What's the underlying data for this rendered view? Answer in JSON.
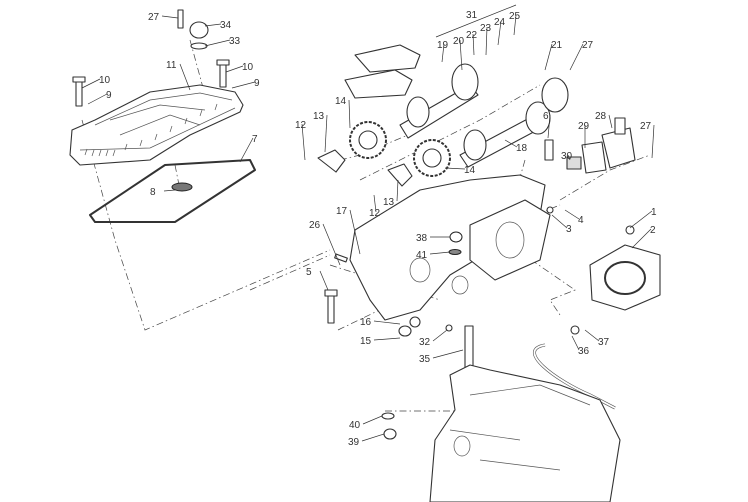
{
  "diagram": {
    "type": "exploded-parts-view",
    "callouts": [
      "27",
      "34",
      "33",
      "11",
      "10",
      "10",
      "9",
      "9",
      "7",
      "8",
      "14",
      "13",
      "12",
      "31",
      "19",
      "20",
      "22",
      "23",
      "24",
      "25",
      "21",
      "27",
      "6",
      "18",
      "14",
      "29",
      "28",
      "27",
      "30",
      "13",
      "12",
      "1",
      "2",
      "4",
      "3",
      "17",
      "26",
      "38",
      "41",
      "5",
      "16",
      "15",
      "32",
      "35",
      "36",
      "37",
      "40",
      "39"
    ]
  }
}
